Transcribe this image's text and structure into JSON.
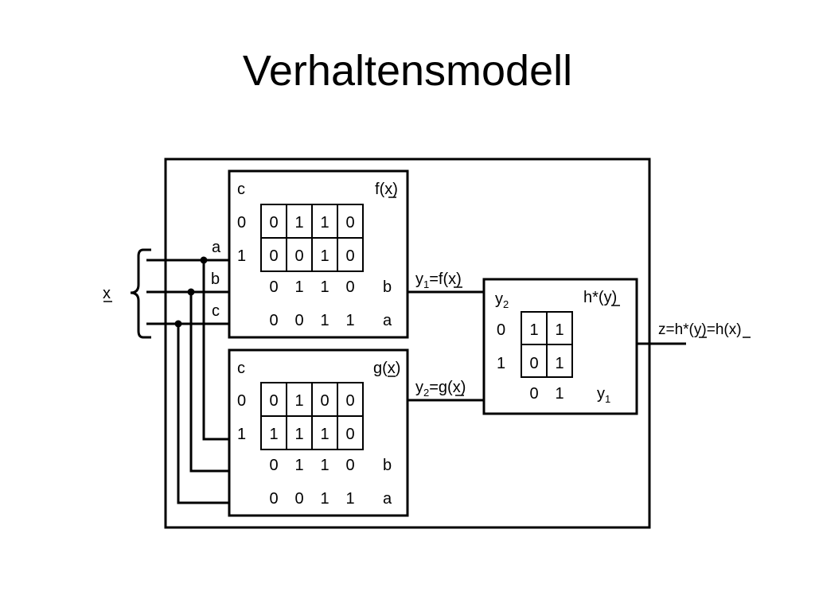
{
  "title": "Verhaltensmodell",
  "input": {
    "label": "x",
    "lines": [
      "a",
      "b",
      "c"
    ]
  },
  "f_block": {
    "name": "f",
    "arg": "x",
    "row_var": "c",
    "row_labels": [
      "0",
      "1"
    ],
    "cells": [
      [
        "0",
        "1",
        "1",
        "0"
      ],
      [
        "0",
        "0",
        "1",
        "0"
      ]
    ],
    "col_b": [
      "0",
      "1",
      "1",
      "0"
    ],
    "col_a": [
      "0",
      "0",
      "1",
      "1"
    ],
    "b_label": "b",
    "a_label": "a"
  },
  "g_block": {
    "name": "g",
    "arg": "x",
    "row_var": "c",
    "row_labels": [
      "0",
      "1"
    ],
    "cells": [
      [
        "0",
        "1",
        "0",
        "0"
      ],
      [
        "1",
        "1",
        "1",
        "0"
      ]
    ],
    "col_b": [
      "0",
      "1",
      "1",
      "0"
    ],
    "col_a": [
      "0",
      "0",
      "1",
      "1"
    ],
    "b_label": "b",
    "a_label": "a"
  },
  "signals": {
    "y1": {
      "base": "y",
      "sub": "1",
      "eq": "=f(",
      "arg": "x",
      "close": ")"
    },
    "y2": {
      "base": "y",
      "sub": "2",
      "eq": "=g(",
      "arg": "x",
      "close": ")"
    }
  },
  "h_block": {
    "name": "h*(",
    "arg": "y",
    "close": ")",
    "row_var_base": "y",
    "row_var_sub": "2",
    "row_labels": [
      "0",
      "1"
    ],
    "cells": [
      [
        "1",
        "1"
      ],
      [
        "0",
        "1"
      ]
    ],
    "col_labels": [
      "0",
      "1"
    ],
    "col_var_base": "y",
    "col_var_sub": "1"
  },
  "output": {
    "p1": "z=h*(",
    "y": "y",
    "p2": ")=h(",
    "x": "x",
    "p3": ")"
  }
}
